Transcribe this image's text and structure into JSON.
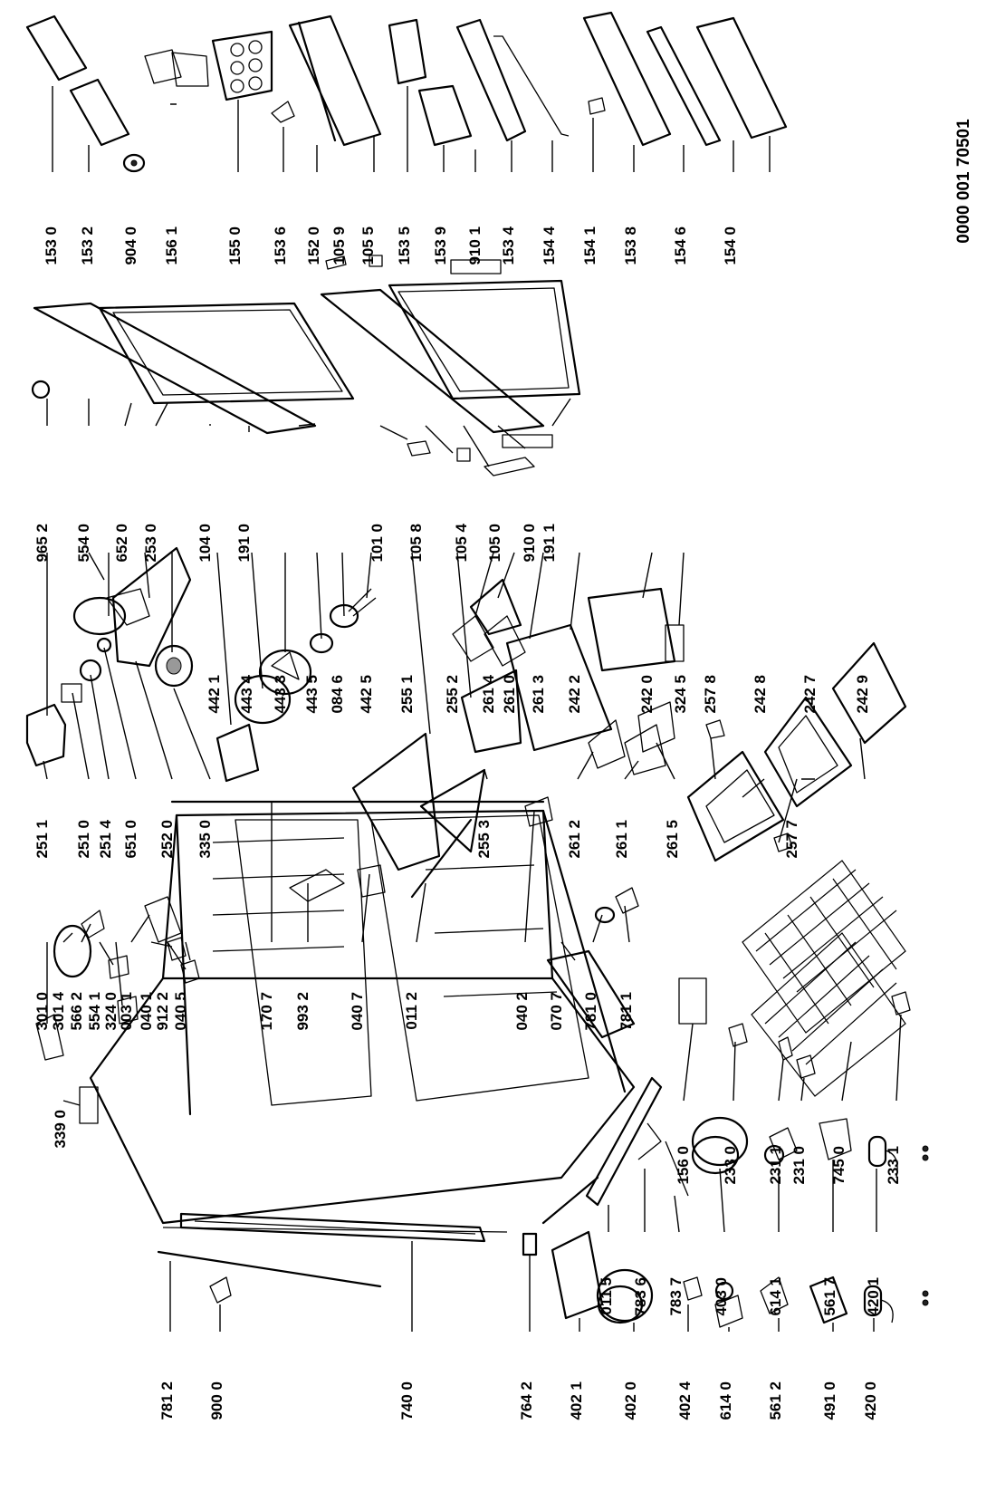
{
  "document_number": "0000 001 70501",
  "parts": [
    {
      "id": "p1530",
      "label": "153 0"
    },
    {
      "id": "p1532",
      "label": "153 2"
    },
    {
      "id": "p9040",
      "label": "904 0"
    },
    {
      "id": "p1561",
      "label": "156 1"
    },
    {
      "id": "p1550",
      "label": "155 0"
    },
    {
      "id": "p1536",
      "label": "153 6"
    },
    {
      "id": "p1520",
      "label": "152 0"
    },
    {
      "id": "p1059",
      "label": "105 9"
    },
    {
      "id": "p1055",
      "label": "105 5"
    },
    {
      "id": "p1535",
      "label": "153 5"
    },
    {
      "id": "p1539",
      "label": "153 9"
    },
    {
      "id": "p9101",
      "label": "910 1"
    },
    {
      "id": "p1534",
      "label": "153 4"
    },
    {
      "id": "p1544",
      "label": "154 4"
    },
    {
      "id": "p1541",
      "label": "154 1"
    },
    {
      "id": "p1538",
      "label": "153 8"
    },
    {
      "id": "p1546",
      "label": "154 6"
    },
    {
      "id": "p1540",
      "label": "154 0"
    },
    {
      "id": "p9652",
      "label": "965 2"
    },
    {
      "id": "p5540",
      "label": "554 0"
    },
    {
      "id": "p6520",
      "label": "652 0"
    },
    {
      "id": "p2530",
      "label": "253 0"
    },
    {
      "id": "p1040",
      "label": "104 0"
    },
    {
      "id": "p1910",
      "label": "191 0"
    },
    {
      "id": "p1010",
      "label": "101 0"
    },
    {
      "id": "p1058",
      "label": "105 8"
    },
    {
      "id": "p1054",
      "label": "105 4"
    },
    {
      "id": "p1050",
      "label": "105 0"
    },
    {
      "id": "p9100",
      "label": "910 0"
    },
    {
      "id": "p1911",
      "label": "191 1"
    },
    {
      "id": "p4421",
      "label": "442 1"
    },
    {
      "id": "p4434",
      "label": "443 4"
    },
    {
      "id": "p4433",
      "label": "443 3"
    },
    {
      "id": "p4435",
      "label": "443 5"
    },
    {
      "id": "p0846",
      "label": "084 6"
    },
    {
      "id": "p4425",
      "label": "442 5"
    },
    {
      "id": "p2551",
      "label": "255 1"
    },
    {
      "id": "p2552",
      "label": "255 2"
    },
    {
      "id": "p2614",
      "label": "261 4"
    },
    {
      "id": "p2610",
      "label": "261 0"
    },
    {
      "id": "p2613",
      "label": "261 3"
    },
    {
      "id": "p2422",
      "label": "242 2"
    },
    {
      "id": "p2420",
      "label": "242 0"
    },
    {
      "id": "p3245",
      "label": "324 5"
    },
    {
      "id": "p2511",
      "label": "251 1"
    },
    {
      "id": "p2510",
      "label": "251 0"
    },
    {
      "id": "p2514",
      "label": "251 4"
    },
    {
      "id": "p6510",
      "label": "651 0"
    },
    {
      "id": "p2520",
      "label": "252 0"
    },
    {
      "id": "p3350",
      "label": "335 0"
    },
    {
      "id": "p2553",
      "label": "255 3"
    },
    {
      "id": "p2612",
      "label": "261 2"
    },
    {
      "id": "p2611",
      "label": "261 1"
    },
    {
      "id": "p2615",
      "label": "261 5"
    },
    {
      "id": "p2578",
      "label": "257 8"
    },
    {
      "id": "p2428",
      "label": "242 8"
    },
    {
      "id": "p2427",
      "label": "242 7"
    },
    {
      "id": "p2429",
      "label": "242 9"
    },
    {
      "id": "p2577",
      "label": "257 7"
    },
    {
      "id": "p3010",
      "label": "301 0"
    },
    {
      "id": "p3014",
      "label": "301 4"
    },
    {
      "id": "p5662",
      "label": "566 2"
    },
    {
      "id": "p5541",
      "label": "554 1"
    },
    {
      "id": "p3240",
      "label": "324 0"
    },
    {
      "id": "p0031",
      "label": "003 1"
    },
    {
      "id": "p0401",
      "label": "040 1"
    },
    {
      "id": "p9122",
      "label": "912 2"
    },
    {
      "id": "p0405",
      "label": "040 5"
    },
    {
      "id": "p1707",
      "label": "170 7"
    },
    {
      "id": "p9932",
      "label": "993 2"
    },
    {
      "id": "p0407",
      "label": "040 7"
    },
    {
      "id": "p0112",
      "label": "011 2"
    },
    {
      "id": "p0402",
      "label": "040 2"
    },
    {
      "id": "p0707",
      "label": "070 7"
    },
    {
      "id": "p7810",
      "label": "781 0"
    },
    {
      "id": "p7811",
      "label": "781 1"
    },
    {
      "id": "p3390",
      "label": "339 0"
    },
    {
      "id": "p1560",
      "label": "156 0"
    },
    {
      "id": "p2330",
      "label": "233 0"
    },
    {
      "id": "p2311",
      "label": "231 1"
    },
    {
      "id": "p2310",
      "label": "231 0"
    },
    {
      "id": "p7450",
      "label": "745 0"
    },
    {
      "id": "p2331",
      "label": "233 1"
    },
    {
      "id": "p0115",
      "label": "011 5"
    },
    {
      "id": "p7836",
      "label": "783 6"
    },
    {
      "id": "p7837",
      "label": "783 7"
    },
    {
      "id": "p4030",
      "label": "403 0"
    },
    {
      "id": "p6141",
      "label": "614 1"
    },
    {
      "id": "p5617",
      "label": "561 7"
    },
    {
      "id": "p4201",
      "label": "420 1"
    },
    {
      "id": "p7812",
      "label": "781 2"
    },
    {
      "id": "p9000",
      "label": "900 0"
    },
    {
      "id": "p7400",
      "label": "740 0"
    },
    {
      "id": "p7642",
      "label": "764 2"
    },
    {
      "id": "p4021",
      "label": "402 1"
    },
    {
      "id": "p4020",
      "label": "402 0"
    },
    {
      "id": "p4024",
      "label": "402 4"
    },
    {
      "id": "p6140",
      "label": "614 0"
    },
    {
      "id": "p5612",
      "label": "561 2"
    },
    {
      "id": "p4910",
      "label": "491 0"
    },
    {
      "id": "p4200",
      "label": "420 0"
    }
  ]
}
